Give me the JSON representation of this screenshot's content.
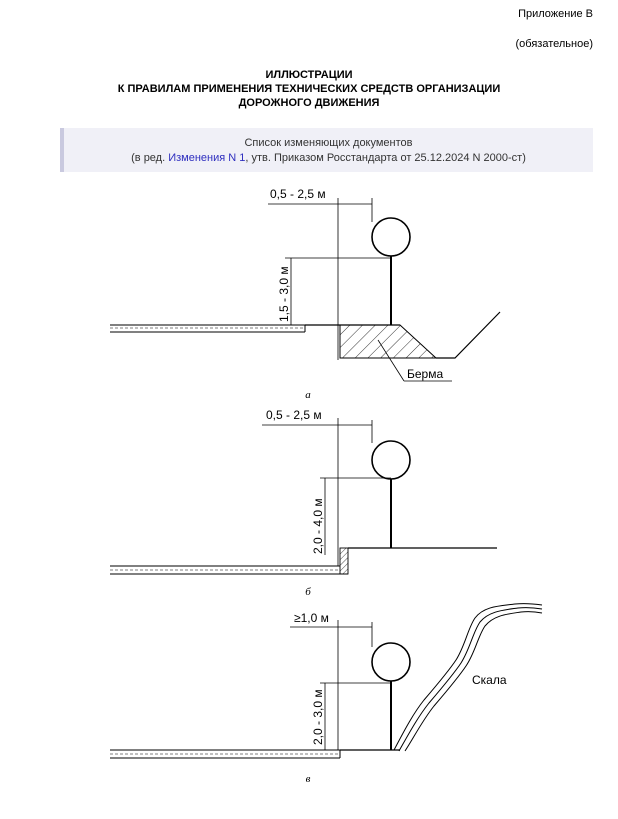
{
  "header": {
    "appendix": "Приложение В",
    "obligatory": "(обязательное)",
    "title_lines": [
      "ИЛЛЮСТРАЦИИ",
      "К ПРАВИЛАМ ПРИМЕНЕНИЯ ТЕХНИЧЕСКИХ СРЕДСТВ ОРГАНИЗАЦИИ",
      "ДОРОЖНОГО ДВИЖЕНИЯ"
    ]
  },
  "changes": {
    "heading": "Список изменяющих документов",
    "prefix": "(в ред. ",
    "link": "Изменения N 1",
    "suffix": ", утв. Приказом Росстандарта от 25.12.2024 N 2000-ст)"
  },
  "figures": {
    "a": {
      "offset_label": "0,5 - 2,5 м",
      "height_label": "1,5 - 3,0 м",
      "berm_label": "Берма",
      "caption": "а"
    },
    "b": {
      "offset_label": "0,5 - 2,5 м",
      "height_label": "2,0 - 4,0 м",
      "caption": "б"
    },
    "c": {
      "offset_label": "≥1,0 м",
      "height_label": "2,0 - 3,0 м",
      "rock_label": "Скала",
      "caption": "в"
    }
  }
}
